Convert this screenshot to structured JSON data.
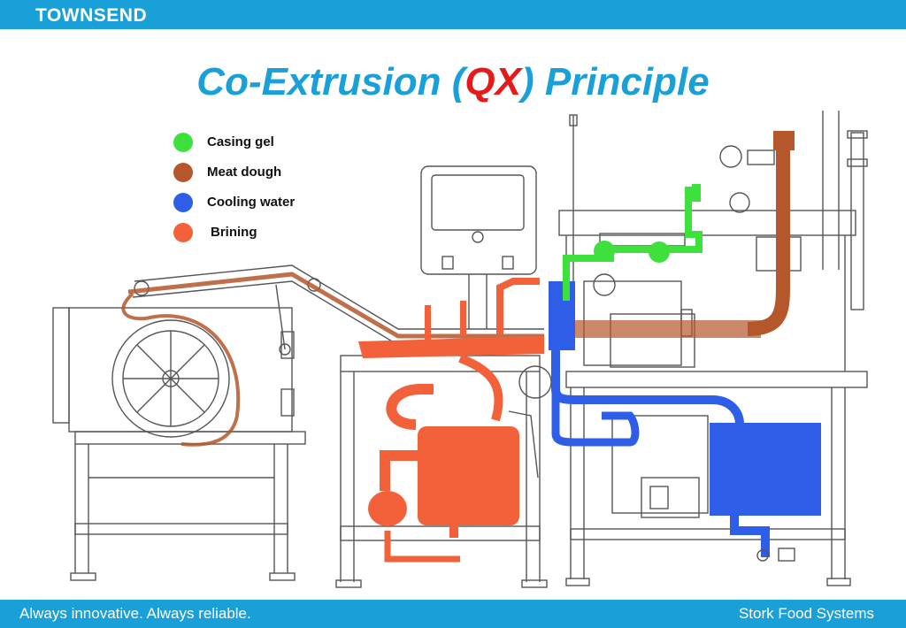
{
  "header": {
    "brand": "TOWNSEND"
  },
  "title": {
    "prefix": "Co-Extrusion (",
    "highlight": "QX",
    "suffix": ") Principle"
  },
  "colors": {
    "brand_blue": "#1aa0d8",
    "highlight_red": "#e31b1b",
    "casing_gel": "#3ee03e",
    "meat_dough": "#b5562b",
    "cooling_water": "#2e5de8",
    "brining": "#f2613a"
  },
  "legend": [
    {
      "label": "Casing gel",
      "color": "#3ee03e"
    },
    {
      "label": "Meat dough",
      "color": "#b5562b"
    },
    {
      "label": "Cooling water",
      "color": "#2e5de8"
    },
    {
      "label": "Brining",
      "color": "#f2613a"
    }
  ],
  "footer": {
    "slogan": "Always innovative. Always reliable.",
    "company": "Stork Food Systems"
  }
}
